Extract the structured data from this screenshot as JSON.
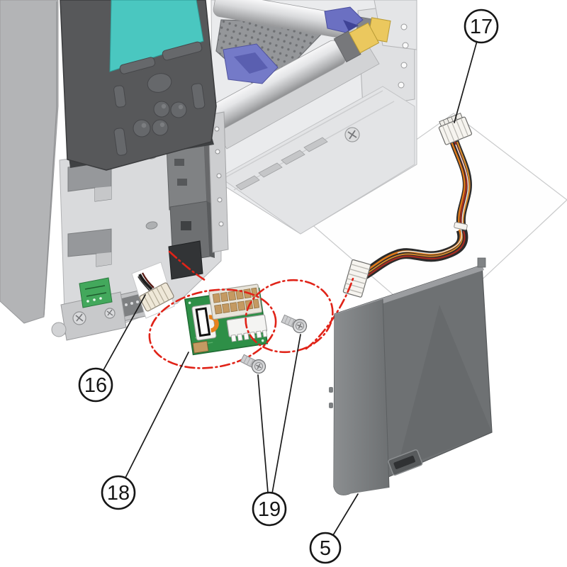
{
  "diagram": {
    "kind": "printer-exploded-parts-diagram",
    "callouts": [
      {
        "label": "17",
        "part": "main-wire-harness"
      },
      {
        "label": "16",
        "part": "panel-connector-cable"
      },
      {
        "label": "18",
        "part": "interface-board"
      },
      {
        "label": "19",
        "part": "mounting-screws"
      },
      {
        "label": "5",
        "part": "side-cover"
      }
    ],
    "colors": {
      "phantom_line": "#E02318",
      "lcd_screen": "#4AC7C0",
      "pcb_green": "#2E8F47",
      "cover_gray": "#6E7173",
      "lever_blue": "#6B70C2",
      "bearing_yellow": "#EBC85E",
      "harness_orange": "#E07A1A"
    }
  }
}
